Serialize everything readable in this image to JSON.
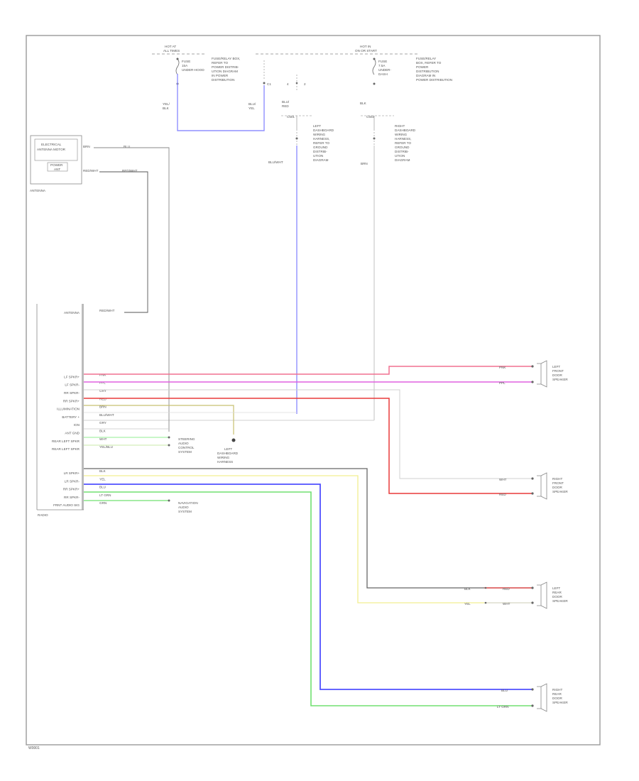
{
  "footer_code": "W0001",
  "top": {
    "left_fuse_header": [
      "HOT AT",
      "ALL TIMES"
    ],
    "left_fuse_text": [
      "FUSE",
      "15A",
      "UNDER-HOOD"
    ],
    "left_fuse_desc": [
      "FUSE/RELAY BOX,",
      "REFER TO",
      "POWER DISTRIB-",
      "UTION DIAGRAM",
      "IN POWER",
      "DISTRIBUTION"
    ],
    "left_wire1": [
      "YEL/",
      "BLK"
    ],
    "left_wire2": [
      "BLU/",
      "YEL"
    ],
    "right_fuse_header": [
      "HOT IN",
      "ON OR START"
    ],
    "right_fuse_text": [
      "FUSE",
      "7.5A",
      "UNDER-",
      "DASH"
    ],
    "right_fuse_desc": [
      "FUSE/RELAY",
      "BOX, REFER TO",
      "POWER",
      "DISTRIBUTION",
      "DIAGRAM IN",
      "POWER DISTRIBUTION"
    ],
    "right_wire1": "BLK",
    "conn_mid_left": "C501",
    "conn_mid_right": "C502",
    "mid_pin": [
      "4",
      "2"
    ],
    "mid_wire": [
      "BLU/",
      "RED"
    ],
    "left_dash_desc": [
      "LEFT",
      "DASHBOARD",
      "WIRING",
      "HARNESS,",
      "REFER TO",
      "GROUND",
      "DISTRIB-",
      "UTION",
      "DIAGRAM"
    ],
    "right_dash_desc": [
      "RIGHT",
      "DASHBOARD",
      "WIRING",
      "HARNESS,",
      "REFER TO",
      "GROUND",
      "DISTRIB-",
      "UTION",
      "DIAGRAM"
    ],
    "left_long_wire": "BLU/WHT",
    "right_long_wire": "BRN"
  },
  "antenna_unit": {
    "title": [
      "ELECTRICAL",
      "ANTENNA MOTOR"
    ],
    "sub": [
      "POWER",
      "ANT"
    ],
    "label": "ANTENNA",
    "wire1": [
      "BRN",
      "BLU"
    ],
    "wire2": [
      "RED/WHT",
      "RED/WHT"
    ]
  },
  "radio": {
    "label": "RADIO",
    "pins": [
      {
        "n": "ANTENNA",
        "w": "RED/WHT"
      },
      {
        "n": "",
        "w": ""
      },
      {
        "n": "",
        "w": ""
      },
      {
        "n": "",
        "w": ""
      },
      {
        "n": "",
        "w": ""
      },
      {
        "n": "",
        "w": ""
      },
      {
        "n": "",
        "w": ""
      },
      {
        "n": "",
        "w": ""
      },
      {
        "n": "LF SPKR+",
        "w": "PNK"
      },
      {
        "n": "LF SPKR-",
        "w": "PPL"
      },
      {
        "n": "RR SPKR-",
        "w": "GRY"
      },
      {
        "n": "RR SPKR+",
        "w": "RED"
      },
      {
        "n": "ILLUMINATION",
        "w": "BRN"
      },
      {
        "n": "BATTERY +",
        "w": "BLU/WHT"
      },
      {
        "n": "IGN",
        "w": "GRY"
      },
      {
        "n": "ANT GND",
        "w": "BLK"
      },
      {
        "n": "REAR LEFT SPKR",
        "w": "WHT"
      },
      {
        "n": "REAR LEFT SPKR",
        "w": "YEL/BLU"
      },
      {
        "n": "",
        "w": ""
      },
      {
        "n": "",
        "w": ""
      },
      {
        "n": "LR SPKR+",
        "w": "BLK"
      },
      {
        "n": "LR SPKR-",
        "w": "YEL"
      },
      {
        "n": "RR SPKR+",
        "w": "BLU"
      },
      {
        "n": "RR SPKR-",
        "w": "LT GRN"
      },
      {
        "n": "FRNT AUDIO SIG",
        "w": "GRN"
      }
    ]
  },
  "side_labels": {
    "steering_audio": [
      "STEERING",
      "AUDIO",
      "CONTROL",
      "SYSTEM"
    ],
    "dash_ground": [
      "LEFT",
      "DASHBOARD",
      "WIRING",
      "HARNESS"
    ],
    "navigation": [
      "NAVIGATION",
      "AUDIO",
      "SYSTEM"
    ]
  },
  "speakers": [
    {
      "name": [
        "LEFT",
        "FRONT",
        "DOOR",
        "SPEAKER"
      ],
      "w1": "PNK",
      "w2": "PPL"
    },
    {
      "name": [
        "RIGHT",
        "FRONT",
        "DOOR",
        "SPEAKER"
      ],
      "w1": "WHT",
      "w2": "RED"
    },
    {
      "name": [
        "LEFT",
        "REAR",
        "DOOR",
        "SPEAKER"
      ],
      "w1a": "BLK",
      "w1b": "RED",
      "w2a": "YEL",
      "w2b": "WHT"
    },
    {
      "name": [
        "RIGHT",
        "REAR",
        "DOOR",
        "SPEAKER"
      ],
      "w1": "BLU",
      "w2": "LT GRN"
    }
  ],
  "colors": {
    "frame": "#9a9a9a",
    "text": "#555555",
    "gray": "#888888",
    "light_gray": "#d0d0d0",
    "pink": "#f07090",
    "magenta": "#e060e0",
    "red": "#e83a3a",
    "blue": "#5050ff",
    "periwinkle": "#9090ff",
    "yellow": "#f2ef90",
    "olive": "#c8c070",
    "green": "#70e070",
    "light_green": "#a8f0a8",
    "dark": "#666666"
  }
}
